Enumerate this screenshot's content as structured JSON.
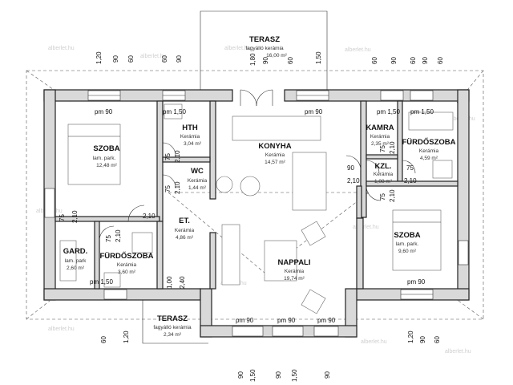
{
  "rooms": {
    "terrace_top": {
      "name": "TERASZ",
      "material": "fagyálló kerámia",
      "area": "16,00 m²"
    },
    "terrace_bottom": {
      "name": "TERASZ",
      "material": "fagyálló kerámia",
      "area": "2,34 m²"
    },
    "szoba_left": {
      "name": "SZOBA",
      "material": "lam. park.",
      "area": "12,48 m²"
    },
    "hth": {
      "name": "HTH",
      "material": "Kerámia",
      "area": "3,04 m²"
    },
    "wc": {
      "name": "WC",
      "material": "Kerámia",
      "area": "1,44 m²"
    },
    "konyha": {
      "name": "KONYHA",
      "material": "Kerámia",
      "area": "14,57 m²"
    },
    "kamra": {
      "name": "KAMRA",
      "material": "Kerámia",
      "area": "2,35 m²"
    },
    "furdo_right": {
      "name": "FÜRDŐSZOBA",
      "material": "Kerámia",
      "area": "4,59 m²"
    },
    "kzl": {
      "name": "KZL.",
      "material": "Kerámia",
      "area": "1,08 m²"
    },
    "gard": {
      "name": "GARD.",
      "material": "lam. park",
      "area": "2,60 m²"
    },
    "furdo_left": {
      "name": "FÜRDŐSZOBA",
      "material": "Kerámia",
      "area": "3,60 m²"
    },
    "et": {
      "name": "ET.",
      "material": "Kerámia",
      "area": "4,86 m²"
    },
    "nappali": {
      "name": "NAPPALI",
      "material": "Kerámia",
      "area": "19,74 m²"
    },
    "szoba_right": {
      "name": "SZOBA",
      "material": "lam. park.",
      "area": "9,60 m²"
    }
  },
  "openings": {
    "pm90": "pm 90",
    "pm150": "pm 1,50",
    "door_210": "2,10",
    "door_75": "75",
    "door_90": "90",
    "door_100": "1,00",
    "door_240": "2,40"
  },
  "dims": {
    "v60": "60",
    "v90": "90",
    "v120": "1,20",
    "v150": "1,50",
    "v180": "1,80"
  },
  "watermark": "alberlet.hu"
}
